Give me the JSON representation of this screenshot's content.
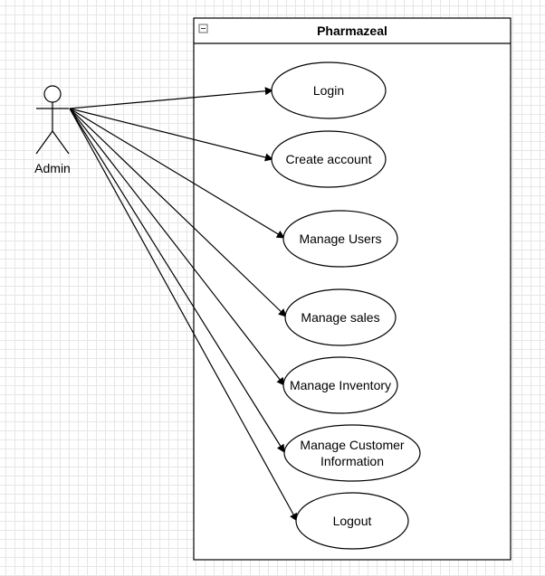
{
  "diagram": {
    "system_title": "Pharmazeal",
    "actor": {
      "name": "Admin"
    },
    "use_cases": [
      {
        "label": "Login"
      },
      {
        "label": "Create account"
      },
      {
        "label": "Manage Users"
      },
      {
        "label": "Manage sales"
      },
      {
        "label": "Manage Inventory"
      },
      {
        "label": "Manage Customer\nInformation"
      },
      {
        "label": "Logout"
      }
    ]
  }
}
